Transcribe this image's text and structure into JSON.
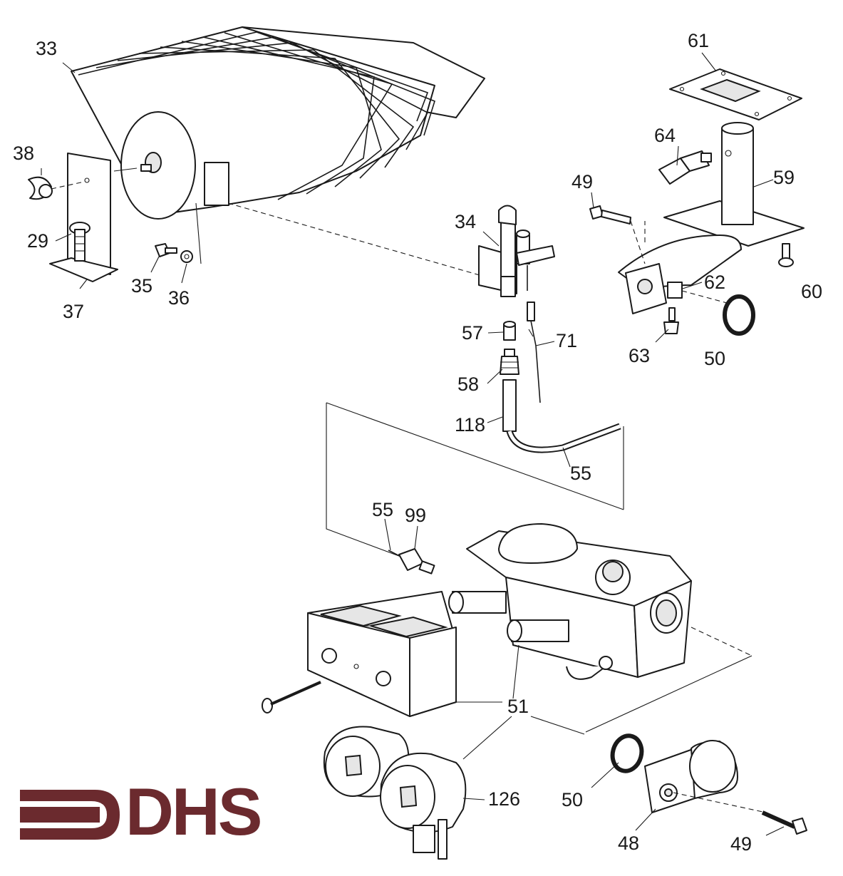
{
  "labels": {
    "p33": "33",
    "p38": "38",
    "p29": "29",
    "p37": "37",
    "p35": "35",
    "p36": "36",
    "p34": "34",
    "p61": "61",
    "p64": "64",
    "p59": "59",
    "p49a": "49",
    "p62": "62",
    "p60": "60",
    "p63": "63",
    "p50a": "50",
    "p57": "57",
    "p71": "71",
    "p58": "58",
    "p118": "118",
    "p55a": "55",
    "p55b": "55",
    "p99": "99",
    "p51": "51",
    "p126": "126",
    "p50b": "50",
    "p48": "48",
    "p49b": "49"
  },
  "logo": {
    "text": "DHS",
    "color": "#6b2a2e"
  },
  "colors": {
    "ink": "#1a1a1a",
    "paper": "#ffffff"
  }
}
